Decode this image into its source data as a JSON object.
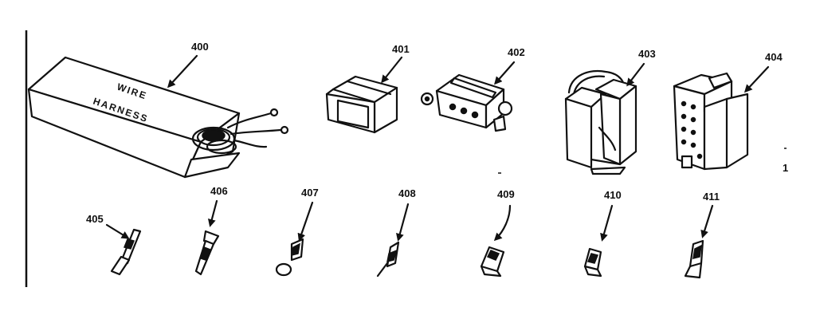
{
  "parts": [
    {
      "id": "400",
      "name": "wire-harness-box"
    },
    {
      "id": "401",
      "name": "connector-housing-401"
    },
    {
      "id": "402",
      "name": "connector-housing-402"
    },
    {
      "id": "403",
      "name": "connector-housing-403"
    },
    {
      "id": "404",
      "name": "connector-housing-404"
    },
    {
      "id": "405",
      "name": "terminal-405"
    },
    {
      "id": "406",
      "name": "terminal-406"
    },
    {
      "id": "407",
      "name": "terminal-407"
    },
    {
      "id": "408",
      "name": "terminal-408"
    },
    {
      "id": "409",
      "name": "terminal-409"
    },
    {
      "id": "410",
      "name": "terminal-410"
    },
    {
      "id": "411",
      "name": "terminal-411"
    }
  ],
  "box_text": {
    "line1": "WIRE",
    "line2": "HARNESS"
  },
  "margin_mark": "1"
}
